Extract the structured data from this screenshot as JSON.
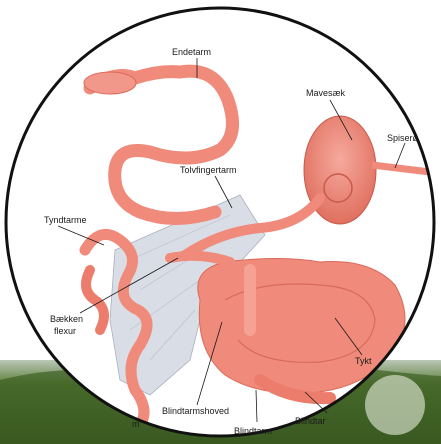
{
  "labels": {
    "endetarm": "Endetarm",
    "mavesaek": "Mavesæk",
    "spiseroer": "Spiserø",
    "tolvfingertarm": "Tolvfingertarm",
    "tyndtarme": "Tyndtarme",
    "baekken_line1": "Bækken",
    "baekken_line2": "flexur",
    "blindtarmshoved": "Blindtarmshoved",
    "blindtarm": "Blindtarm",
    "blindtarm_cut": "Blindtar",
    "tyktarm_cut": "Tykt",
    "tyktarm_cut_left": "m"
  },
  "colors": {
    "intestine": "#f08a7a",
    "intestine_dark": "#d96a5a",
    "mesentery": "#d9dde6",
    "background": "#ffffff",
    "vegetation": "#4a6b2a",
    "sky": "#c9d6c9"
  }
}
